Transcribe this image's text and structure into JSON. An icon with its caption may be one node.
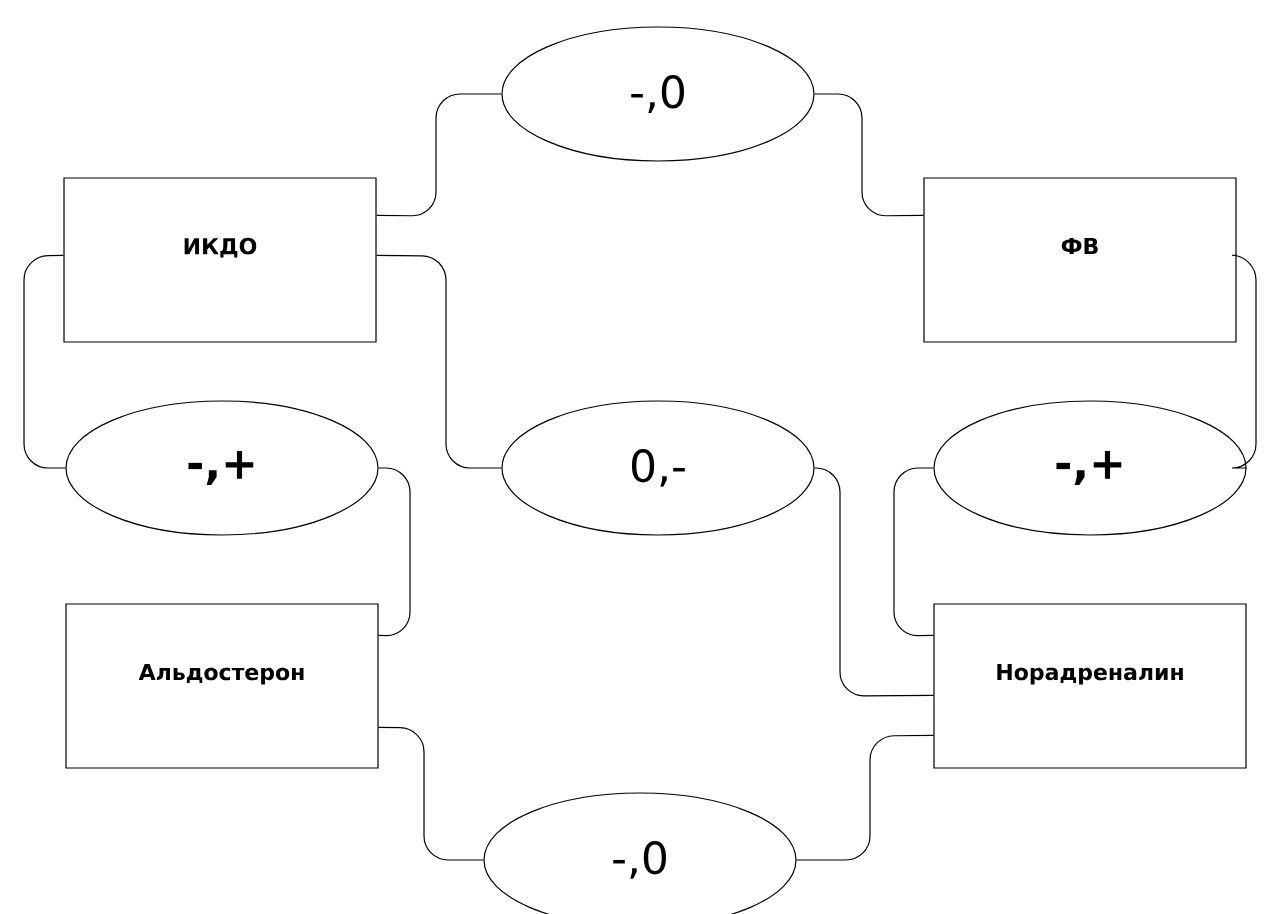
{
  "diagram": {
    "nodes": [
      {
        "text": [
          "ИКДО"
        ]
      },
      {
        "text": [
          "-,0"
        ]
      },
      {
        "text": [
          "ФВ"
        ]
      },
      {
        "text": [
          "-,+"
        ]
      },
      {
        "text": [
          "0,-"
        ]
      },
      {
        "text": [
          "-,+"
        ]
      },
      {
        "text": [
          "Альдостерон"
        ]
      },
      {
        "text": [
          "Норадреналин"
        ]
      },
      {
        "text": [
          "-,0"
        ]
      }
    ],
    "edges": [
      {
        "from": 0,
        "to": 1,
        "arrow": "none"
      },
      {
        "from": 1,
        "to": 2,
        "arrow": "none"
      },
      {
        "from": 0,
        "to": 3,
        "arrow": "none"
      },
      {
        "from": 0,
        "to": 4,
        "arrow": "none"
      },
      {
        "from": 3,
        "to": 6,
        "arrow": "none"
      },
      {
        "from": 4,
        "to": 7,
        "arrow": "none"
      },
      {
        "from": 5,
        "to": 7,
        "arrow": "none"
      },
      {
        "from": 6,
        "to": 8,
        "arrow": "none"
      },
      {
        "from": 8,
        "to": 7,
        "arrow": "none"
      },
      {
        "from": 2,
        "to": 5,
        "arrow": "none"
      }
    ]
  }
}
